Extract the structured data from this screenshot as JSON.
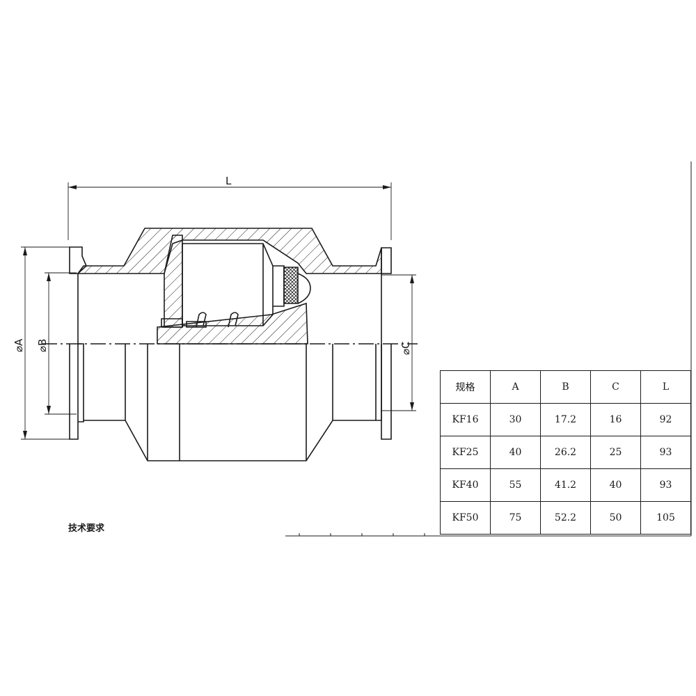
{
  "dimensions": {
    "length_label": "L",
    "dia_a_label": "⌀A",
    "dia_b_label": "⌀B",
    "dia_c_label": "⌀C"
  },
  "notes": {
    "technical_requirements": "技术要求"
  },
  "spec_table": {
    "headers": [
      "规格",
      "A",
      "B",
      "C",
      "L"
    ],
    "rows": [
      [
        "KF16",
        "30",
        "17.2",
        "16",
        "92"
      ],
      [
        "KF25",
        "40",
        "26.2",
        "25",
        "93"
      ],
      [
        "KF40",
        "55",
        "41.2",
        "40",
        "93"
      ],
      [
        "KF50",
        "75",
        "52.2",
        "50",
        "105"
      ]
    ]
  }
}
